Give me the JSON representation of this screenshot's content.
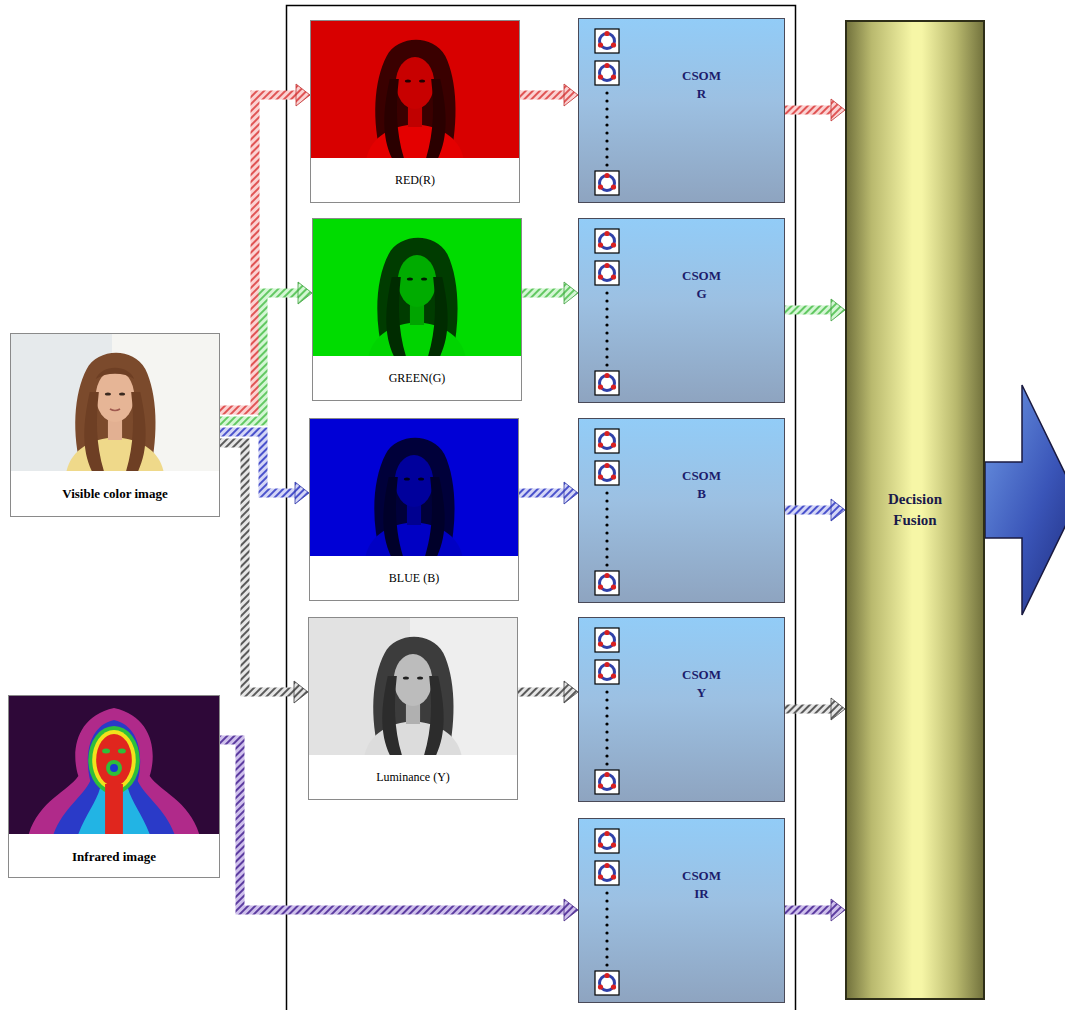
{
  "diagram": {
    "nodes": [
      {
        "text": [
          "Visible color image"
        ]
      },
      {
        "text": [
          "RED(R)"
        ]
      },
      {
        "text": [
          "GREEN(G)"
        ]
      },
      {
        "text": [
          "BLUE (B)"
        ]
      },
      {
        "text": [
          "Luminance (Y)"
        ]
      },
      {
        "text": [
          "Infrared image"
        ]
      },
      {
        "text": [
          "CSOM R"
        ]
      },
      {
        "text": [
          "CSOM G"
        ]
      },
      {
        "text": [
          "CSOM B"
        ]
      },
      {
        "text": [
          "CSOM Y"
        ]
      },
      {
        "text": [
          "CSOM IR"
        ]
      },
      {
        "text": [
          "Decision Fusion"
        ]
      }
    ],
    "edges": [
      {
        "from": 0,
        "to": 1,
        "arrow": "to"
      },
      {
        "from": 0,
        "to": 2,
        "arrow": "to"
      },
      {
        "from": 0,
        "to": 3,
        "arrow": "to"
      },
      {
        "from": 0,
        "to": 4,
        "arrow": "to"
      },
      {
        "from": 5,
        "to": 10,
        "arrow": "to"
      },
      {
        "from": 1,
        "to": 6,
        "arrow": "to"
      },
      {
        "from": 2,
        "to": 7,
        "arrow": "to"
      },
      {
        "from": 3,
        "to": 8,
        "arrow": "to"
      },
      {
        "from": 4,
        "to": 9,
        "arrow": "to"
      },
      {
        "from": 6,
        "to": 11,
        "arrow": "to"
      },
      {
        "from": 7,
        "to": 11,
        "arrow": "to"
      },
      {
        "from": 8,
        "to": 11,
        "arrow": "to"
      },
      {
        "from": 9,
        "to": 11,
        "arrow": "to"
      },
      {
        "from": 10,
        "to": 11,
        "arrow": "to"
      }
    ]
  }
}
